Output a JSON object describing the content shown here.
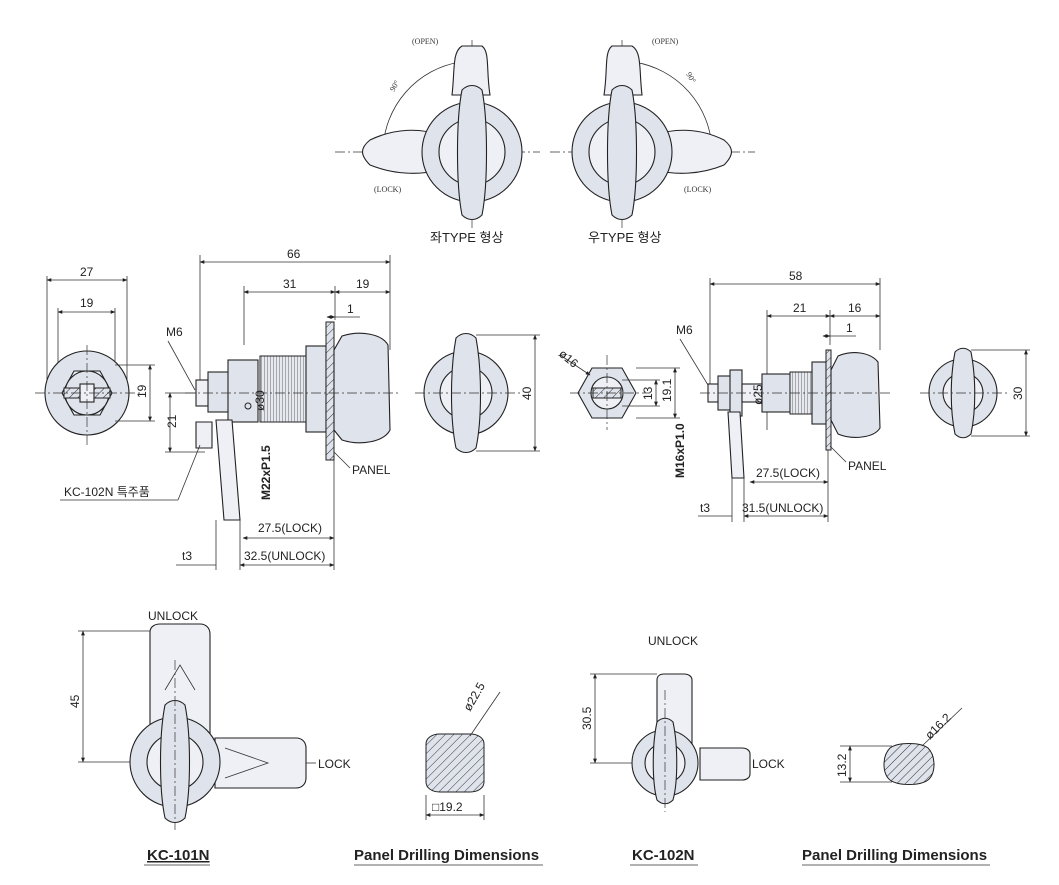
{
  "top_views": {
    "left_caption": "좌TYPE 형상",
    "right_caption": "우TYPE 형상",
    "open_label": "(OPEN)",
    "lock_label": "(LOCK)",
    "angle_label": "90°"
  },
  "kc101_side": {
    "dims": {
      "d27": "27",
      "d19a": "19",
      "d19b": "19",
      "d21": "21",
      "d66": "66",
      "d31": "31",
      "d19c": "19",
      "d1": "1",
      "dia30": "ø30",
      "thread": "M22xP1.5",
      "lock": "27.5(LOCK)",
      "unlock": "32.5(UNLOCK)",
      "t3": "t3",
      "m6": "M6",
      "panel": "PANEL",
      "d40": "40",
      "note": "KC-102N 특주품"
    }
  },
  "kc102_side": {
    "dims": {
      "dia16": "ø16",
      "d13": "13",
      "d191": "19.1",
      "thread": "M16xP1.0",
      "m6": "M6",
      "d58": "58",
      "d21": "21",
      "d16": "16",
      "d1": "1",
      "dia25": "ø25",
      "lock": "27.5(LOCK)",
      "unlock": "31.5(UNLOCK)",
      "t3": "t3",
      "panel": "PANEL",
      "d30": "30"
    }
  },
  "bottom": {
    "kc101": {
      "unlock": "UNLOCK",
      "lock": "LOCK",
      "d45": "45",
      "title": "KC-101N"
    },
    "drill1": {
      "dia": "ø22.5",
      "sq": "□19.2",
      "title": "Panel Drilling Dimensions"
    },
    "kc102": {
      "unlock": "UNLOCK",
      "lock": "LOCK",
      "d305": "30.5",
      "title": "KC-102N"
    },
    "drill2": {
      "dia": "ø16.2",
      "d132": "13.2",
      "title": "Panel Drilling Dimensions"
    }
  },
  "colors": {
    "body_fill": "#dfe3ec",
    "line": "#222222"
  }
}
